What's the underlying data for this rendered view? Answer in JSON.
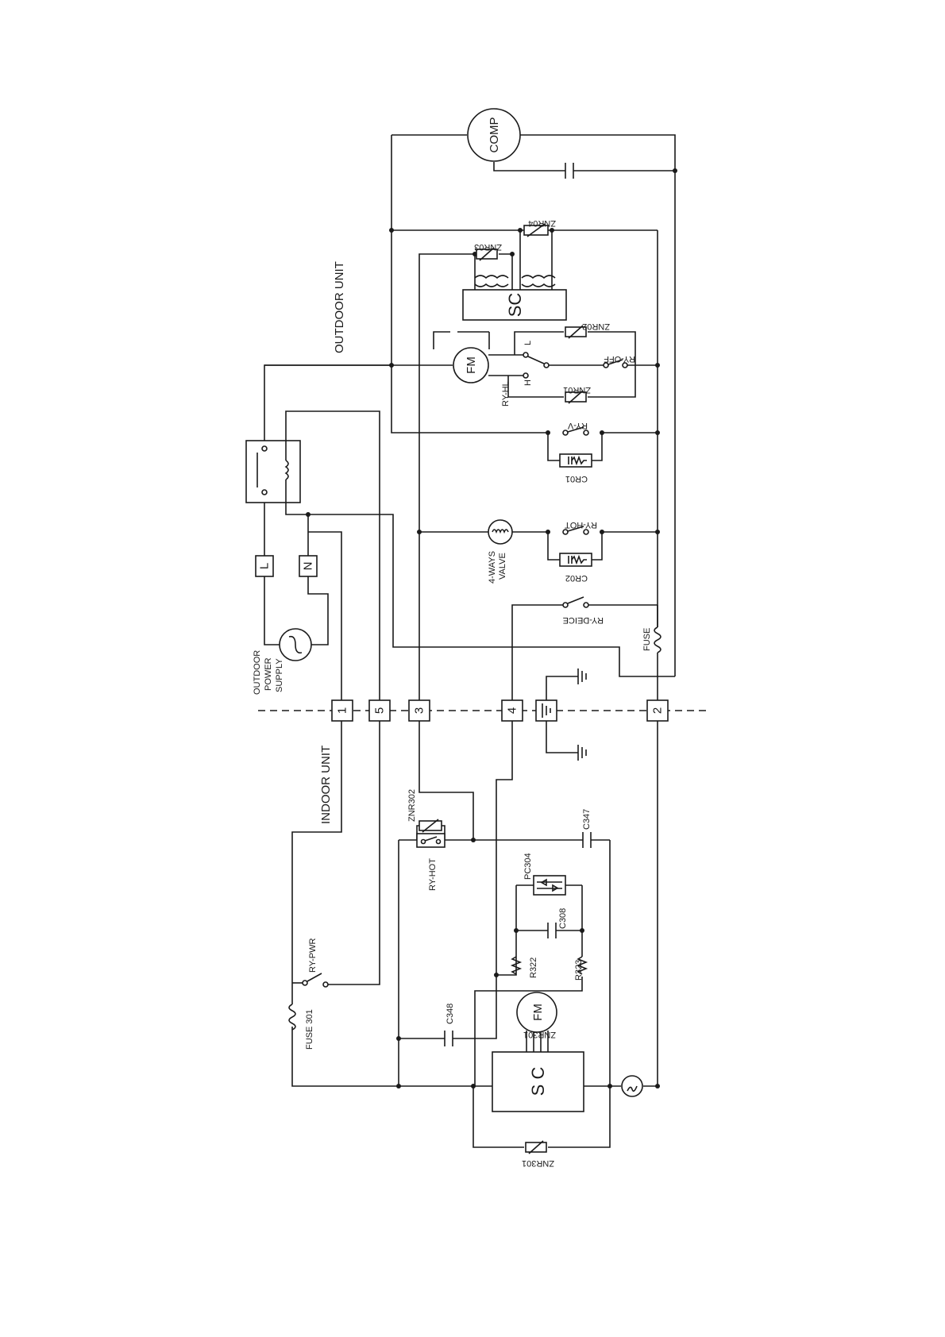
{
  "diagram": {
    "sections": {
      "outdoor_unit": "OUTDOOR UNIT",
      "indoor_unit": "INDOOR UNIT"
    },
    "power_supply": [
      "OUTDOOR",
      "POWER",
      "SUPPLY"
    ],
    "terminals": {
      "L": "L",
      "N": "N",
      "t1": "1",
      "t5": "5",
      "t3": "3",
      "t4": "4",
      "t2": "2"
    },
    "components": {
      "comp": "COMP",
      "znr04": "ZNR04",
      "znr03": "ZNR03",
      "sc_outdoor": "SC",
      "znr02": "ZNR02",
      "fm_outdoor": "FM",
      "l": "L",
      "h": "H",
      "ry_off": "RY-OFF",
      "znr01": "ZNR01",
      "ry_hl": "RY-HL",
      "ry_v": "RY-V",
      "cr01": "CR01",
      "four_way_valve": [
        "4-WAYS",
        "VALVE"
      ],
      "ry_hot_outdoor": "RY-HOT",
      "cr02": "CR02",
      "ry_deice": "RY-DEICE",
      "fuse_outdoor": "FUSE",
      "znr302": "ZNR302",
      "ry_hot_indoor": "RY-HOT",
      "c347": "C347",
      "pc304": "PC304",
      "c308": "C308",
      "r322": "R322",
      "r323": "R323",
      "ry_pwr": "RY-PWR",
      "c348": "C348",
      "fuse301": "FUSE 301",
      "fm_indoor": "FM",
      "znr301_top": "ZNR301",
      "sc_indoor": "S C",
      "znr301_bottom": "ZNR301"
    }
  }
}
